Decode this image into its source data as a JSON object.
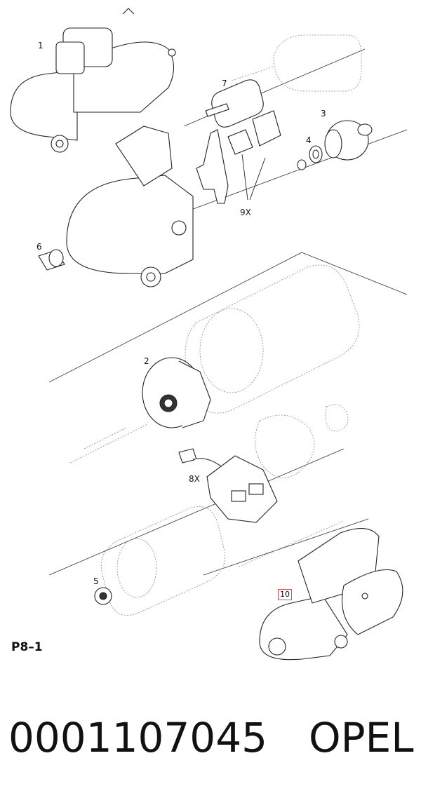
{
  "diagram": {
    "callouts": [
      {
        "id": "c1",
        "label": "1"
      },
      {
        "id": "c2",
        "label": "2"
      },
      {
        "id": "c3",
        "label": "3"
      },
      {
        "id": "c4",
        "label": "4"
      },
      {
        "id": "c5",
        "label": "5"
      },
      {
        "id": "c6",
        "label": "6"
      },
      {
        "id": "c7",
        "label": "7"
      },
      {
        "id": "c8x",
        "label": "8X"
      },
      {
        "id": "c9x",
        "label": "9X"
      },
      {
        "id": "c10",
        "label": "10"
      }
    ],
    "page_code": "P8–1"
  },
  "footer": {
    "part_number": "0001107045",
    "make": "OPEL"
  }
}
